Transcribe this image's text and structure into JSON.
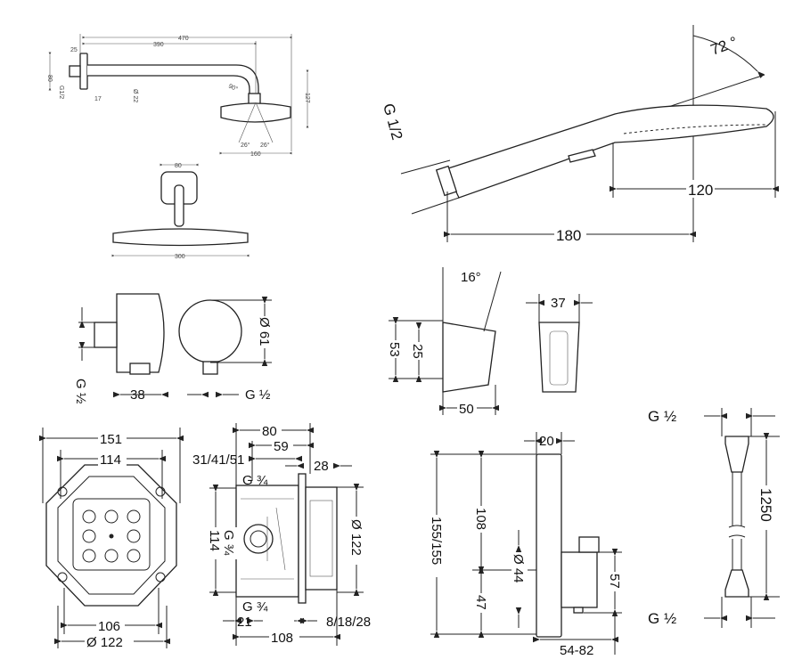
{
  "overhead_side": {
    "total_length": "470",
    "arm_length": "390",
    "flange_depth": "25",
    "flange_height": "80",
    "thread": "G1/2",
    "wall_offset": "17",
    "arm_diameter": "Ø 22",
    "arm_angle": "90°",
    "height": "127",
    "spray_angle_left": "26°",
    "spray_angle_right": "26°",
    "head_diameter": "160"
  },
  "overhead_front": {
    "flange_width": "80",
    "head_width": "300"
  },
  "hand_shower": {
    "tilt_angle": "72 °",
    "thread": "G 1/2",
    "head_length": "120",
    "total_length": "180"
  },
  "wall_outlet": {
    "thread_side": "G ½",
    "depth": "38",
    "diameter": "Ø 61",
    "thread_bottom": "G ½"
  },
  "holder": {
    "angle": "16°",
    "height": "53",
    "mount_height": "25",
    "depth": "50",
    "width": "37"
  },
  "ibox_front": {
    "outer_width": "151",
    "inner_top": "114",
    "inner_bottom": "106",
    "diameter": "Ø 122"
  },
  "ibox_side": {
    "width": "80",
    "offset": "59",
    "depth_options": "31/41/51",
    "cover_depth": "28",
    "thread_top": "G ¾",
    "height": "114",
    "thread_middle": "G ¾",
    "diameter": "Ø 122",
    "thread_bottom": "G ¾",
    "inlet_offset": "21",
    "total_depth": "108",
    "plate_options": "8/18/28"
  },
  "thermostat": {
    "plate_depth": "20",
    "height": "155/155",
    "upper": "108",
    "knob_diameter": "Ø 44",
    "lower": "47",
    "spout_height": "57",
    "projection": "54-82"
  },
  "hose": {
    "thread_top": "G ½",
    "length": "1250",
    "thread_bottom": "G ½"
  }
}
